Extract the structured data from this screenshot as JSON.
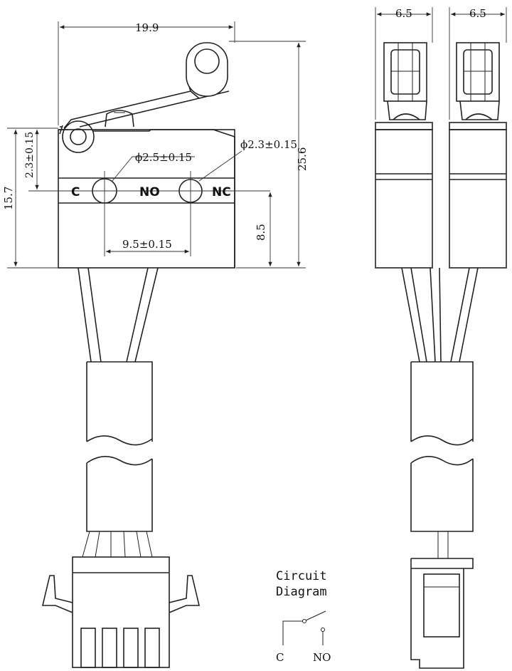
{
  "dimensions": {
    "width_total": "19.9",
    "height_total": "25.6",
    "height_body": "15.7",
    "height_hole": "2.3±0.15",
    "hole_c_no": "ϕ2.5±0.15",
    "hole_nc": "ϕ2.3±0.15",
    "hole_spacing": "9.5±0.15",
    "hole_to_bottom": "8.5",
    "side_width_1": "6.5",
    "side_width_2": "6.5"
  },
  "terminals": {
    "c": "C",
    "no": "NO",
    "nc": "NC"
  },
  "circuit": {
    "title_line1": "Circuit",
    "title_line2": "Diagram",
    "c_label": "C",
    "no_label": "NO"
  }
}
